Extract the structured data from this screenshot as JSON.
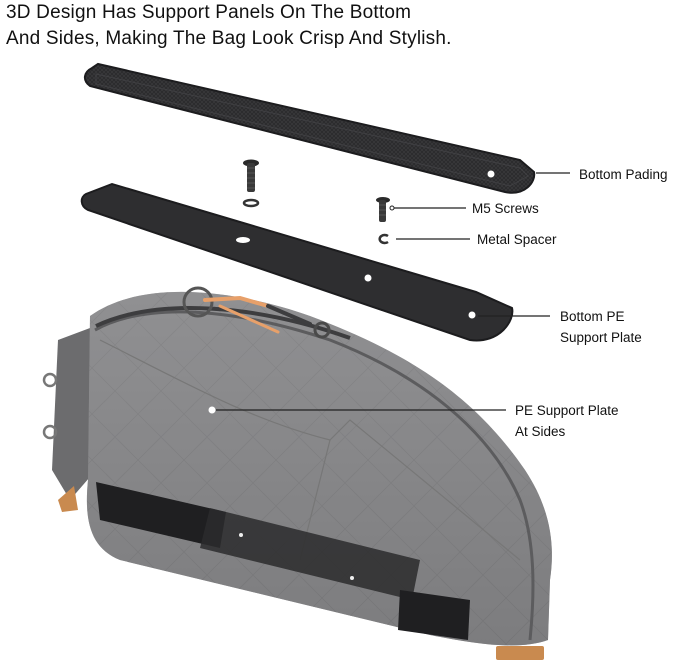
{
  "headline": {
    "line1": "3D Design Has Support Panels On The Bottom",
    "line2": "And Sides, Making The Bag Look Crisp And Stylish."
  },
  "callouts": {
    "bottom_padding": "Bottom Pading",
    "m5_screws": "M5 Screws",
    "metal_spacer": "Metal Spacer",
    "bottom_pe_line1": "Bottom PE",
    "bottom_pe_line2": "Support Plate",
    "side_pe_line1": "PE Support Plate",
    "side_pe_line2": "At Sides"
  },
  "colors": {
    "padding": "#2a2a2c",
    "plate": "#3a3a3c",
    "bag_body": "#8a8a8c",
    "zipper_pull": "#e7a06a"
  }
}
